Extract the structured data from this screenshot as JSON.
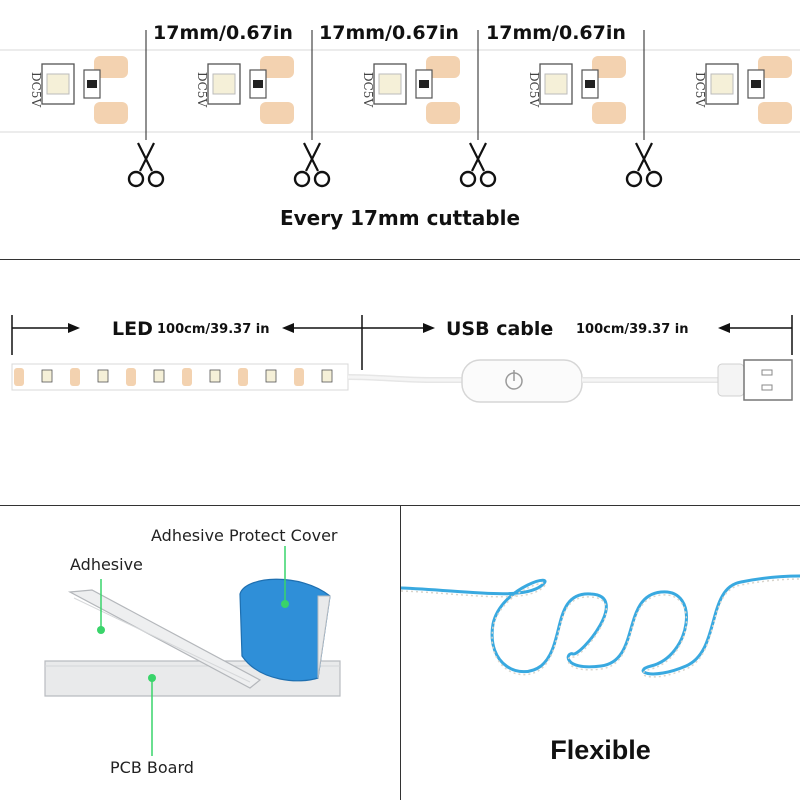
{
  "top_panel": {
    "segment_measurements": [
      "17mm/0.67in",
      "17mm/0.67in",
      "17mm/0.67in"
    ],
    "strip_voltage_label": "DC5V",
    "cut_caption": "Every 17mm cuttable"
  },
  "middle_panel": {
    "led_label": "LED",
    "led_length": "100cm/39.37 in",
    "cable_label": "USB cable",
    "cable_length": "100cm/39.37 in"
  },
  "bottom_left_panel": {
    "cover_label": "Adhesive Protect Cover",
    "adhesive_label": "Adhesive",
    "board_label": "PCB Board"
  },
  "bottom_right_panel": {
    "caption": "Flexible"
  },
  "colors": {
    "pad": "#f3d2b0",
    "led_body": "#f5f0d8",
    "adhesive_cover": "#2f8fd8",
    "leader_line": "#39d46a",
    "flex_strip": "#39a9e0"
  }
}
